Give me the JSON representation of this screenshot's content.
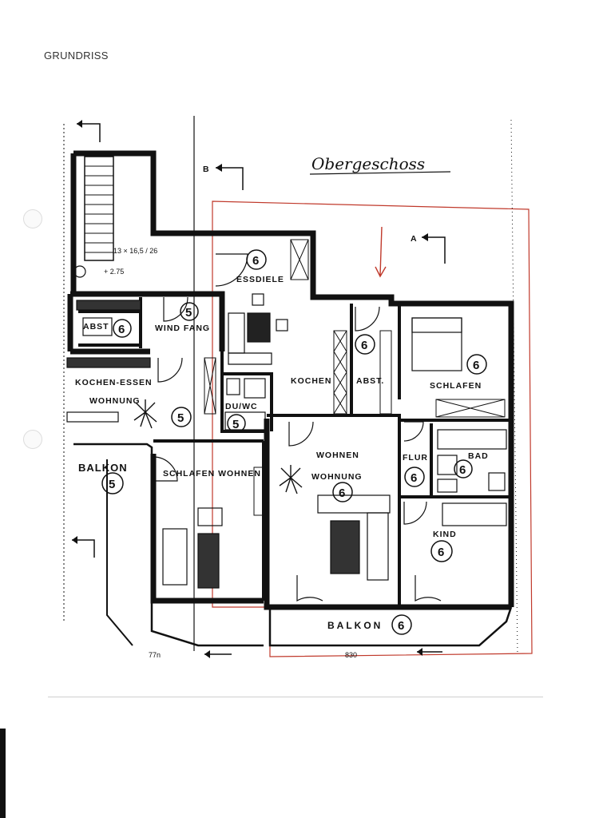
{
  "page": {
    "label": "GRUNDRISS"
  },
  "plan": {
    "title": "Obergeschoss",
    "section_marks": {
      "a": "A",
      "b": "B"
    },
    "stair_note": "13 × 16,5 / 26",
    "level": "+ 2.75",
    "rooms": [
      {
        "id": "essdiele",
        "label": "ESSDIELE",
        "unit": "6"
      },
      {
        "id": "abst-left",
        "label": "ABST",
        "unit": "6"
      },
      {
        "id": "windfang",
        "label": "WIND FANG",
        "unit": "5"
      },
      {
        "id": "kochen-essen",
        "label": "KOCHEN-ESSEN",
        "unit": ""
      },
      {
        "id": "wohnung5",
        "label": "WOHNUNG",
        "unit": "5"
      },
      {
        "id": "duwc",
        "label": "DU/WC",
        "unit": "5"
      },
      {
        "id": "balkon5",
        "label": "BALKON",
        "unit": "5"
      },
      {
        "id": "schlafen-wohnen",
        "label": "SCHLAFEN WOHNEN",
        "unit": ""
      },
      {
        "id": "kochen",
        "label": "KOCHEN",
        "unit": ""
      },
      {
        "id": "abst-right",
        "label": "ABST.",
        "unit": "6"
      },
      {
        "id": "schlafen",
        "label": "SCHLAFEN",
        "unit": "6"
      },
      {
        "id": "wohnen",
        "label": "WOHNEN",
        "unit": ""
      },
      {
        "id": "wohnung6",
        "label": "WOHNUNG",
        "unit": "6"
      },
      {
        "id": "flur",
        "label": "FLUR",
        "unit": "6"
      },
      {
        "id": "bad",
        "label": "BAD",
        "unit": "6"
      },
      {
        "id": "kind",
        "label": "KIND",
        "unit": "6"
      },
      {
        "id": "balkon6",
        "label": "BALKON",
        "unit": "6"
      }
    ],
    "dimensions": {
      "left": "77n",
      "right": "830"
    }
  }
}
